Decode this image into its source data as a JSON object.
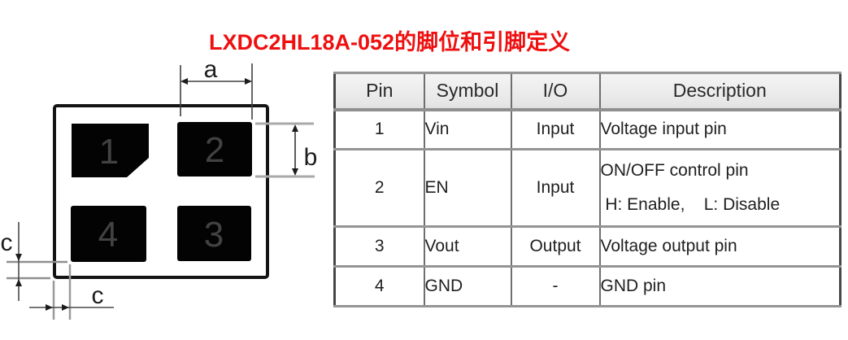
{
  "title": "LXDC2HL18A-052的脚位和引脚定义",
  "colors": {
    "title_red": "#ee1010",
    "pad_black": "#030303",
    "table_line_gray": "#949494",
    "header_bg": "#e9e9e9"
  },
  "diagram": {
    "pad_labels": {
      "p1": "1",
      "p2": "2",
      "p3": "3",
      "p4": "4"
    },
    "dim_labels": {
      "a": "a",
      "b": "b",
      "c_left": "c",
      "c_bottom": "c"
    }
  },
  "table": {
    "headers": [
      "Pin",
      "Symbol",
      "I/O",
      "Description"
    ],
    "rows": [
      {
        "pin": "1",
        "symbol": "Vin",
        "io": "Input",
        "description": "Voltage input pin"
      },
      {
        "pin": "2",
        "symbol": "EN",
        "io": "Input",
        "description": "ON/OFF control pin\n H: Enable,    L: Disable"
      },
      {
        "pin": "3",
        "symbol": "Vout",
        "io": "Output",
        "description": "Voltage output pin"
      },
      {
        "pin": "4",
        "symbol": "GND",
        "io": "-",
        "description": "GND pin"
      }
    ]
  }
}
